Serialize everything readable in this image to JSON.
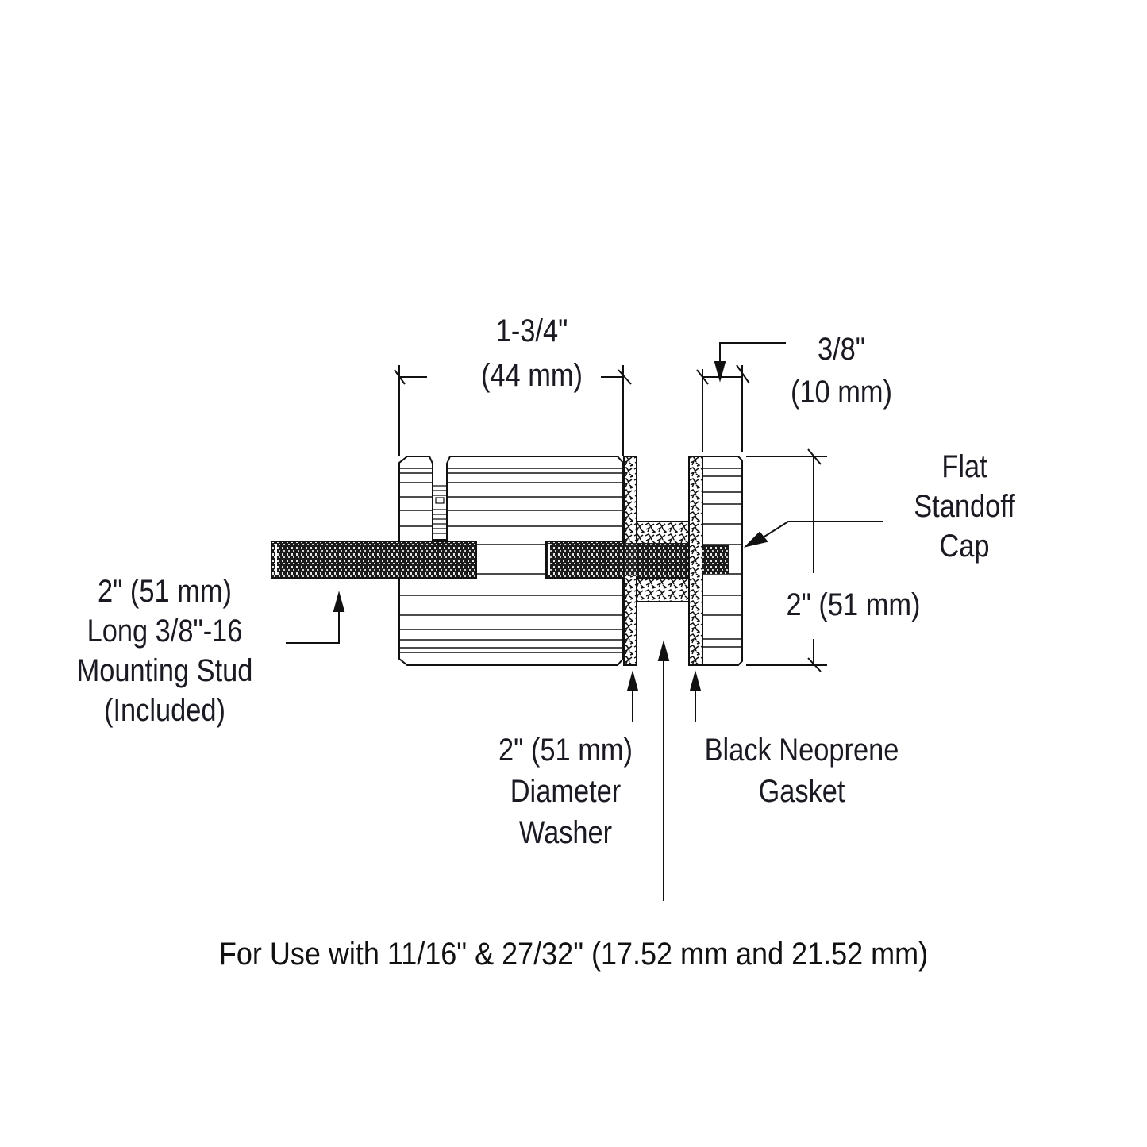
{
  "diagram": {
    "title": "Flat Standoff Cap assembly dimension drawing",
    "dimensions": {
      "barrel_length": {
        "imperial": "1-3/4\"",
        "metric": "(44 mm)"
      },
      "cap_thickness": {
        "imperial": "3/8\"",
        "metric": "(10 mm)"
      },
      "diameter": {
        "text": "2\" (51 mm)"
      }
    },
    "callouts": {
      "cap": {
        "lines": [
          "Flat",
          "Standoff",
          "Cap"
        ]
      },
      "stud": {
        "lines": [
          "2\" (51 mm)",
          "Long 3/8\"-16",
          "Mounting Stud",
          "(Included)"
        ]
      },
      "washer": {
        "lines": [
          "2\" (51 mm)",
          "Diameter",
          "Washer"
        ]
      },
      "gasket": {
        "lines": [
          "Black Neoprene",
          "Gasket"
        ]
      }
    },
    "footer": "For Use with 11/16\" & 27/32\" (17.52 mm and 21.52 mm)",
    "colors": {
      "line": "#111111",
      "text": "#1a1a22",
      "background": "#ffffff"
    }
  }
}
